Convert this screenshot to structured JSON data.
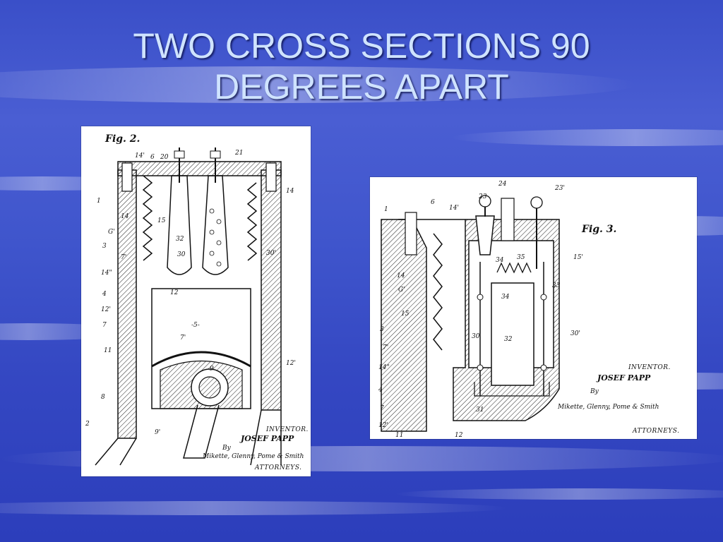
{
  "title": {
    "line1": "TWO CROSS SECTIONS 90",
    "line2": "DEGREES APART",
    "color": "#cfe3ff"
  },
  "background": {
    "primary_color": "#3a4fc8"
  },
  "left_figure": {
    "fig_label": "Fig. 2.",
    "inventor_label": "INVENTOR.",
    "inventor_name": "JOSEF PAPP",
    "by_label": "By",
    "attorneys_signature": "Mikette, Glenny, Pome & Smith",
    "attorneys_label": "ATTORNEYS."
  },
  "right_figure": {
    "fig_label": "Fig. 3.",
    "inventor_label": "INVENTOR.",
    "inventor_name": "JOSEF PAPP",
    "by_label": "By",
    "attorneys_signature": "Mikette, Glenny, Pome & Smith",
    "attorneys_label": "ATTORNEYS."
  }
}
